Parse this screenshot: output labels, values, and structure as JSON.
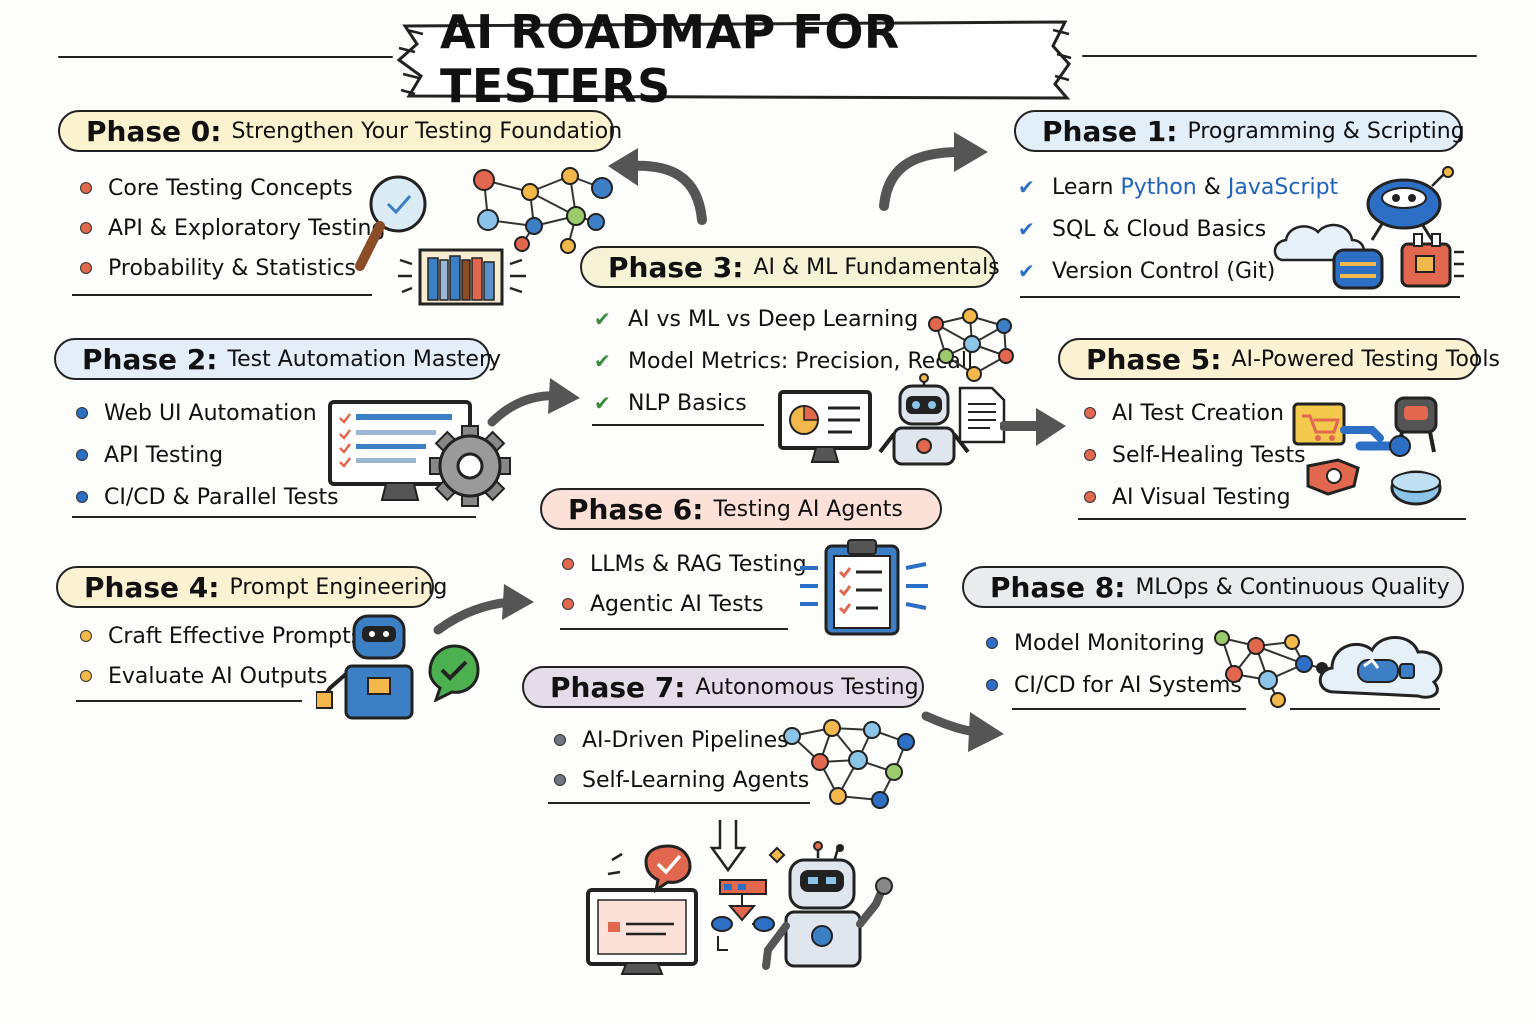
{
  "title": "AI ROADMAP FOR TESTERS",
  "colors": {
    "red_dot": "#e2674f",
    "blue_dot": "#2d6fc4",
    "yellow_dot": "#f2b84b",
    "gray_dot": "#6f7680",
    "phase0_bg": "#fbf3d0",
    "phase1_bg": "#e2eef8",
    "phase2_bg": "#e3eef9",
    "phase3_bg": "#f6f2d6",
    "phase4_bg": "#fbf1d3",
    "phase5_bg": "#fbf1d3",
    "phase6_bg": "#fbe1d8",
    "phase7_bg": "#e4dde9",
    "phase8_bg": "#e9ebed",
    "python_blue": "#1f63b8"
  },
  "phases": [
    {
      "label": "Phase 0:",
      "subtitle": "Strengthen Your Testing Foundation",
      "items": [
        "Core Testing Concepts",
        "API & Exploratory Testing",
        "Probability & Statistics"
      ]
    },
    {
      "label": "Phase 1:",
      "subtitle": "Programming & Scripting",
      "item1_prefix": "Learn ",
      "item1_python": "Python",
      "item1_mid": " & ",
      "item1_js": "JavaScript",
      "items": [
        "SQL & Cloud Basics",
        "Version Control (Git)"
      ]
    },
    {
      "label": "Phase 2:",
      "subtitle": "Test Automation Mastery",
      "items": [
        "Web UI Automation",
        "API Testing",
        "CI/CD & Parallel Tests"
      ]
    },
    {
      "label": "Phase 3:",
      "subtitle": "AI & ML Fundamentals",
      "items": [
        "AI vs ML vs Deep Learning",
        "Model Metrics: Precision, Recall",
        "NLP Basics"
      ]
    },
    {
      "label": "Phase 4:",
      "subtitle": "Prompt Engineering",
      "items": [
        "Craft Effective Prompts",
        "Evaluate AI Outputs"
      ]
    },
    {
      "label": "Phase 5:",
      "subtitle": "AI-Powered Testing Tools",
      "items": [
        "AI Test Creation",
        "Self-Healing Tests",
        "AI Visual Testing"
      ]
    },
    {
      "label": "Phase 6:",
      "subtitle": "Testing AI Agents",
      "items": [
        "LLMs & RAG Testing",
        "Agentic AI Tests"
      ]
    },
    {
      "label": "Phase 7:",
      "subtitle": "Autonomous Testing",
      "items": [
        "AI-Driven Pipelines",
        "Self-Learning Agents"
      ]
    },
    {
      "label": "Phase 8:",
      "subtitle": "MLOps & Continuous Quality",
      "items": [
        "Model Monitoring",
        "CI/CD for AI Systems"
      ]
    }
  ],
  "icons": [
    "magnifier-icon",
    "network-icon",
    "books-icon",
    "robot-mascot-icon",
    "cloud-icon",
    "toolbox-icon",
    "monitor-checklist-icon",
    "gear-icon",
    "brain-network-icon",
    "presentation-icon",
    "robot-icon",
    "document-icon",
    "cart-icon",
    "wrench-icon",
    "clipboard-icon",
    "speech-check-icon",
    "cloud-network-icon",
    "flowchart-icon",
    "arrow-icon"
  ]
}
